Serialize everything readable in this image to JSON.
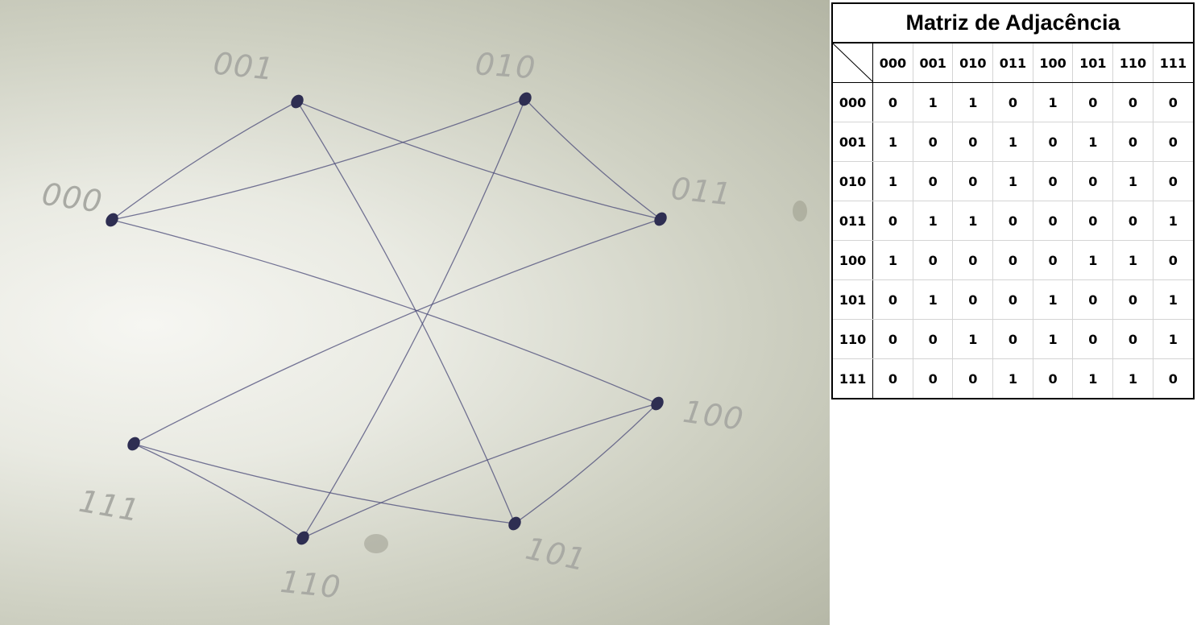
{
  "graph": {
    "nodes": [
      "000",
      "001",
      "010",
      "011",
      "100",
      "101",
      "110",
      "111"
    ],
    "edges": [
      [
        "000",
        "001"
      ],
      [
        "000",
        "010"
      ],
      [
        "000",
        "100"
      ],
      [
        "001",
        "011"
      ],
      [
        "001",
        "101"
      ],
      [
        "010",
        "011"
      ],
      [
        "010",
        "110"
      ],
      [
        "011",
        "111"
      ],
      [
        "100",
        "101"
      ],
      [
        "100",
        "110"
      ],
      [
        "101",
        "111"
      ],
      [
        "110",
        "111"
      ]
    ],
    "ink_color": "#4a4a78",
    "label_color": "#a9aaa4"
  },
  "matrix": {
    "title": "Matriz de Adjacência",
    "headers": [
      "000",
      "001",
      "010",
      "011",
      "100",
      "101",
      "110",
      "111"
    ],
    "rows": [
      {
        "label": "000",
        "values": [
          "0",
          "1",
          "1",
          "0",
          "1",
          "0",
          "0",
          "0"
        ]
      },
      {
        "label": "001",
        "values": [
          "1",
          "0",
          "0",
          "1",
          "0",
          "1",
          "0",
          "0"
        ]
      },
      {
        "label": "010",
        "values": [
          "1",
          "0",
          "0",
          "1",
          "0",
          "0",
          "1",
          "0"
        ]
      },
      {
        "label": "011",
        "values": [
          "0",
          "1",
          "1",
          "0",
          "0",
          "0",
          "0",
          "1"
        ]
      },
      {
        "label": "100",
        "values": [
          "1",
          "0",
          "0",
          "0",
          "0",
          "1",
          "1",
          "0"
        ]
      },
      {
        "label": "101",
        "values": [
          "0",
          "1",
          "0",
          "0",
          "1",
          "0",
          "0",
          "1"
        ]
      },
      {
        "label": "110",
        "values": [
          "0",
          "0",
          "1",
          "0",
          "1",
          "0",
          "0",
          "1"
        ]
      },
      {
        "label": "111",
        "values": [
          "0",
          "0",
          "0",
          "1",
          "0",
          "1",
          "1",
          "0"
        ]
      }
    ]
  }
}
